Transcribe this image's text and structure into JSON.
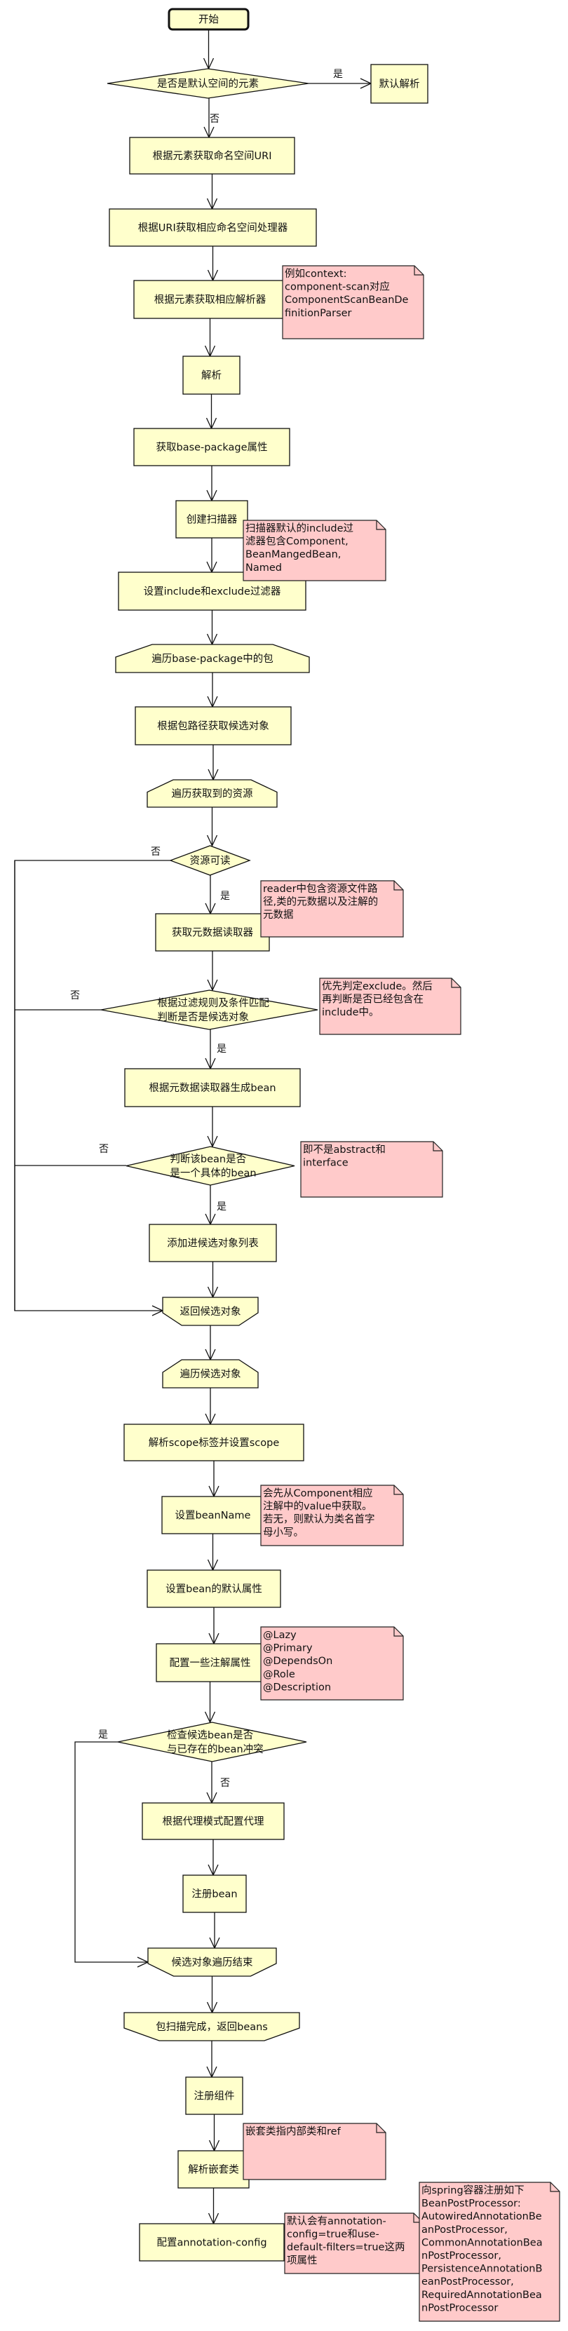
{
  "diagram": {
    "type": "flowchart",
    "colors": {
      "node_fill": "#ffffcc",
      "note_fill": "#ffcaca",
      "stroke": "#111111"
    },
    "nodes": {
      "start": {
        "kind": "terminal",
        "lines": [
          "开始"
        ]
      },
      "is_default_ns": {
        "kind": "decision",
        "lines": [
          "是否是默认空间的元素"
        ]
      },
      "default_parse": {
        "kind": "process",
        "lines": [
          "默认解析"
        ]
      },
      "get_ns_uri": {
        "kind": "process",
        "lines": [
          "根据元素获取命名空间URI"
        ]
      },
      "get_ns_handler": {
        "kind": "process",
        "lines": [
          "根据URI获取相应命名空间处理器"
        ]
      },
      "get_parser": {
        "kind": "process",
        "lines": [
          "根据元素获取相应解析器"
        ]
      },
      "parse": {
        "kind": "process",
        "lines": [
          "解析"
        ]
      },
      "get_base_package": {
        "kind": "process",
        "lines": [
          "获取base-package属性"
        ]
      },
      "create_scanner": {
        "kind": "process",
        "lines": [
          "创建扫描器"
        ]
      },
      "set_filters": {
        "kind": "process",
        "lines": [
          "设置include和exclude过滤器"
        ]
      },
      "loop_packages": {
        "kind": "loop-start",
        "lines": [
          "遍历base-package中的包"
        ]
      },
      "get_candidates": {
        "kind": "process",
        "lines": [
          "根据包路径获取候选对象"
        ]
      },
      "loop_resources": {
        "kind": "loop-start",
        "lines": [
          "遍历获取到的资源"
        ]
      },
      "resource_readable": {
        "kind": "decision",
        "lines": [
          "资源可读"
        ]
      },
      "get_metadata_reader": {
        "kind": "process",
        "lines": [
          "获取元数据读取器"
        ]
      },
      "is_candidate": {
        "kind": "decision",
        "lines": [
          "根据过滤规则及条件匹配",
          "判断是否是候选对象"
        ]
      },
      "generate_bean": {
        "kind": "process",
        "lines": [
          "根据元数据读取器生成bean"
        ]
      },
      "is_concrete": {
        "kind": "decision",
        "lines": [
          "判断该bean是否",
          "是一个具体的bean"
        ]
      },
      "add_candidate": {
        "kind": "process",
        "lines": [
          "添加进候选对象列表"
        ]
      },
      "return_candidates": {
        "kind": "loop-end",
        "lines": [
          "返回候选对象"
        ]
      },
      "loop_candidates": {
        "kind": "loop-start",
        "lines": [
          "遍历候选对象"
        ]
      },
      "parse_scope": {
        "kind": "process",
        "lines": [
          "解析scope标签并设置scope"
        ]
      },
      "set_bean_name": {
        "kind": "process",
        "lines": [
          "设置beanName"
        ]
      },
      "set_default_props": {
        "kind": "process",
        "lines": [
          "设置bean的默认属性"
        ]
      },
      "config_annotations": {
        "kind": "process",
        "lines": [
          "配置一些注解属性"
        ]
      },
      "check_conflict": {
        "kind": "decision",
        "lines": [
          "检查候选bean是否",
          "与已存在的bean冲突"
        ]
      },
      "config_proxy": {
        "kind": "process",
        "lines": [
          "根据代理模式配置代理"
        ]
      },
      "register_bean": {
        "kind": "process",
        "lines": [
          "注册bean"
        ]
      },
      "candidates_loop_end": {
        "kind": "loop-end",
        "lines": [
          "候选对象遍历结束"
        ]
      },
      "scan_done": {
        "kind": "loop-end",
        "lines": [
          "包扫描完成，返回beans"
        ]
      },
      "register_components": {
        "kind": "process",
        "lines": [
          "注册组件"
        ]
      },
      "parse_nested": {
        "kind": "process",
        "lines": [
          "解析嵌套类"
        ]
      },
      "config_annotation_config": {
        "kind": "process",
        "lines": [
          "配置annotation-config"
        ]
      }
    },
    "notes": {
      "note_parser": {
        "lines": [
          "例如context:",
          "component-scan对应",
          "ComponentScanBeanDe",
          "finitionParser"
        ]
      },
      "note_scanner": {
        "lines": [
          "扫描器默认的include过",
          "滤器包含Component,",
          "BeanMangedBean,",
          "Named"
        ]
      },
      "note_reader": {
        "lines": [
          "reader中包含资源文件路",
          "径,类的元数据以及注解的",
          "元数据"
        ]
      },
      "note_filter": {
        "lines": [
          "优先判定exclude。然后",
          "再判断是否已经包含在",
          "include中。"
        ]
      },
      "note_concrete": {
        "lines": [
          "即不是abstract和",
          "interface"
        ]
      },
      "note_bean_name": {
        "lines": [
          "会先从Component相应",
          "注解中的value中获取。",
          "若无，则默认为类名首字",
          "母小写。"
        ]
      },
      "note_annotations": {
        "lines": [
          "@Lazy",
          "@Primary",
          "@DependsOn",
          "@Role",
          "@Description"
        ]
      },
      "note_nested": {
        "lines": [
          "嵌套类指内部类和ref"
        ]
      },
      "note_annotation_config": {
        "lines": [
          "默认会有annotation-",
          "config=true和use-",
          "default-filters=true这两",
          "项属性"
        ]
      },
      "note_post_processors": {
        "lines": [
          "向spring容器注册如下",
          "BeanPostProcessor:",
          "AutowiredAnnotationBe",
          "anPostProcessor,",
          "CommonAnnotationBea",
          "nPostProcessor,",
          "PersistenceAnnotationB",
          "eanPostProcessor,",
          "RequiredAnnotationBea",
          "nPostProcessor"
        ]
      }
    },
    "edges": [
      {
        "from": "start",
        "to": "is_default_ns",
        "label": ""
      },
      {
        "from": "is_default_ns",
        "to": "default_parse",
        "label": "是"
      },
      {
        "from": "is_default_ns",
        "to": "get_ns_uri",
        "label": "否"
      },
      {
        "from": "get_ns_uri",
        "to": "get_ns_handler",
        "label": ""
      },
      {
        "from": "get_ns_handler",
        "to": "get_parser",
        "label": ""
      },
      {
        "from": "get_parser",
        "to": "parse",
        "label": ""
      },
      {
        "from": "parse",
        "to": "get_base_package",
        "label": ""
      },
      {
        "from": "get_base_package",
        "to": "create_scanner",
        "label": ""
      },
      {
        "from": "create_scanner",
        "to": "set_filters",
        "label": ""
      },
      {
        "from": "set_filters",
        "to": "loop_packages",
        "label": ""
      },
      {
        "from": "loop_packages",
        "to": "get_candidates",
        "label": ""
      },
      {
        "from": "get_candidates",
        "to": "loop_resources",
        "label": ""
      },
      {
        "from": "loop_resources",
        "to": "resource_readable",
        "label": ""
      },
      {
        "from": "resource_readable",
        "to": "get_metadata_reader",
        "label": "是"
      },
      {
        "from": "resource_readable",
        "to": "return_candidates",
        "label": "否"
      },
      {
        "from": "get_metadata_reader",
        "to": "is_candidate",
        "label": ""
      },
      {
        "from": "is_candidate",
        "to": "generate_bean",
        "label": "是"
      },
      {
        "from": "is_candidate",
        "to": "return_candidates",
        "label": "否"
      },
      {
        "from": "generate_bean",
        "to": "is_concrete",
        "label": ""
      },
      {
        "from": "is_concrete",
        "to": "add_candidate",
        "label": "是"
      },
      {
        "from": "is_concrete",
        "to": "return_candidates",
        "label": "否"
      },
      {
        "from": "add_candidate",
        "to": "return_candidates",
        "label": ""
      },
      {
        "from": "return_candidates",
        "to": "loop_candidates",
        "label": ""
      },
      {
        "from": "loop_candidates",
        "to": "parse_scope",
        "label": ""
      },
      {
        "from": "parse_scope",
        "to": "set_bean_name",
        "label": ""
      },
      {
        "from": "set_bean_name",
        "to": "set_default_props",
        "label": ""
      },
      {
        "from": "set_default_props",
        "to": "config_annotations",
        "label": ""
      },
      {
        "from": "config_annotations",
        "to": "check_conflict",
        "label": ""
      },
      {
        "from": "check_conflict",
        "to": "config_proxy",
        "label": "否"
      },
      {
        "from": "check_conflict",
        "to": "candidates_loop_end",
        "label": "是"
      },
      {
        "from": "config_proxy",
        "to": "register_bean",
        "label": ""
      },
      {
        "from": "register_bean",
        "to": "candidates_loop_end",
        "label": ""
      },
      {
        "from": "candidates_loop_end",
        "to": "scan_done",
        "label": ""
      },
      {
        "from": "scan_done",
        "to": "register_components",
        "label": ""
      },
      {
        "from": "register_components",
        "to": "parse_nested",
        "label": ""
      },
      {
        "from": "parse_nested",
        "to": "config_annotation_config",
        "label": ""
      }
    ]
  }
}
